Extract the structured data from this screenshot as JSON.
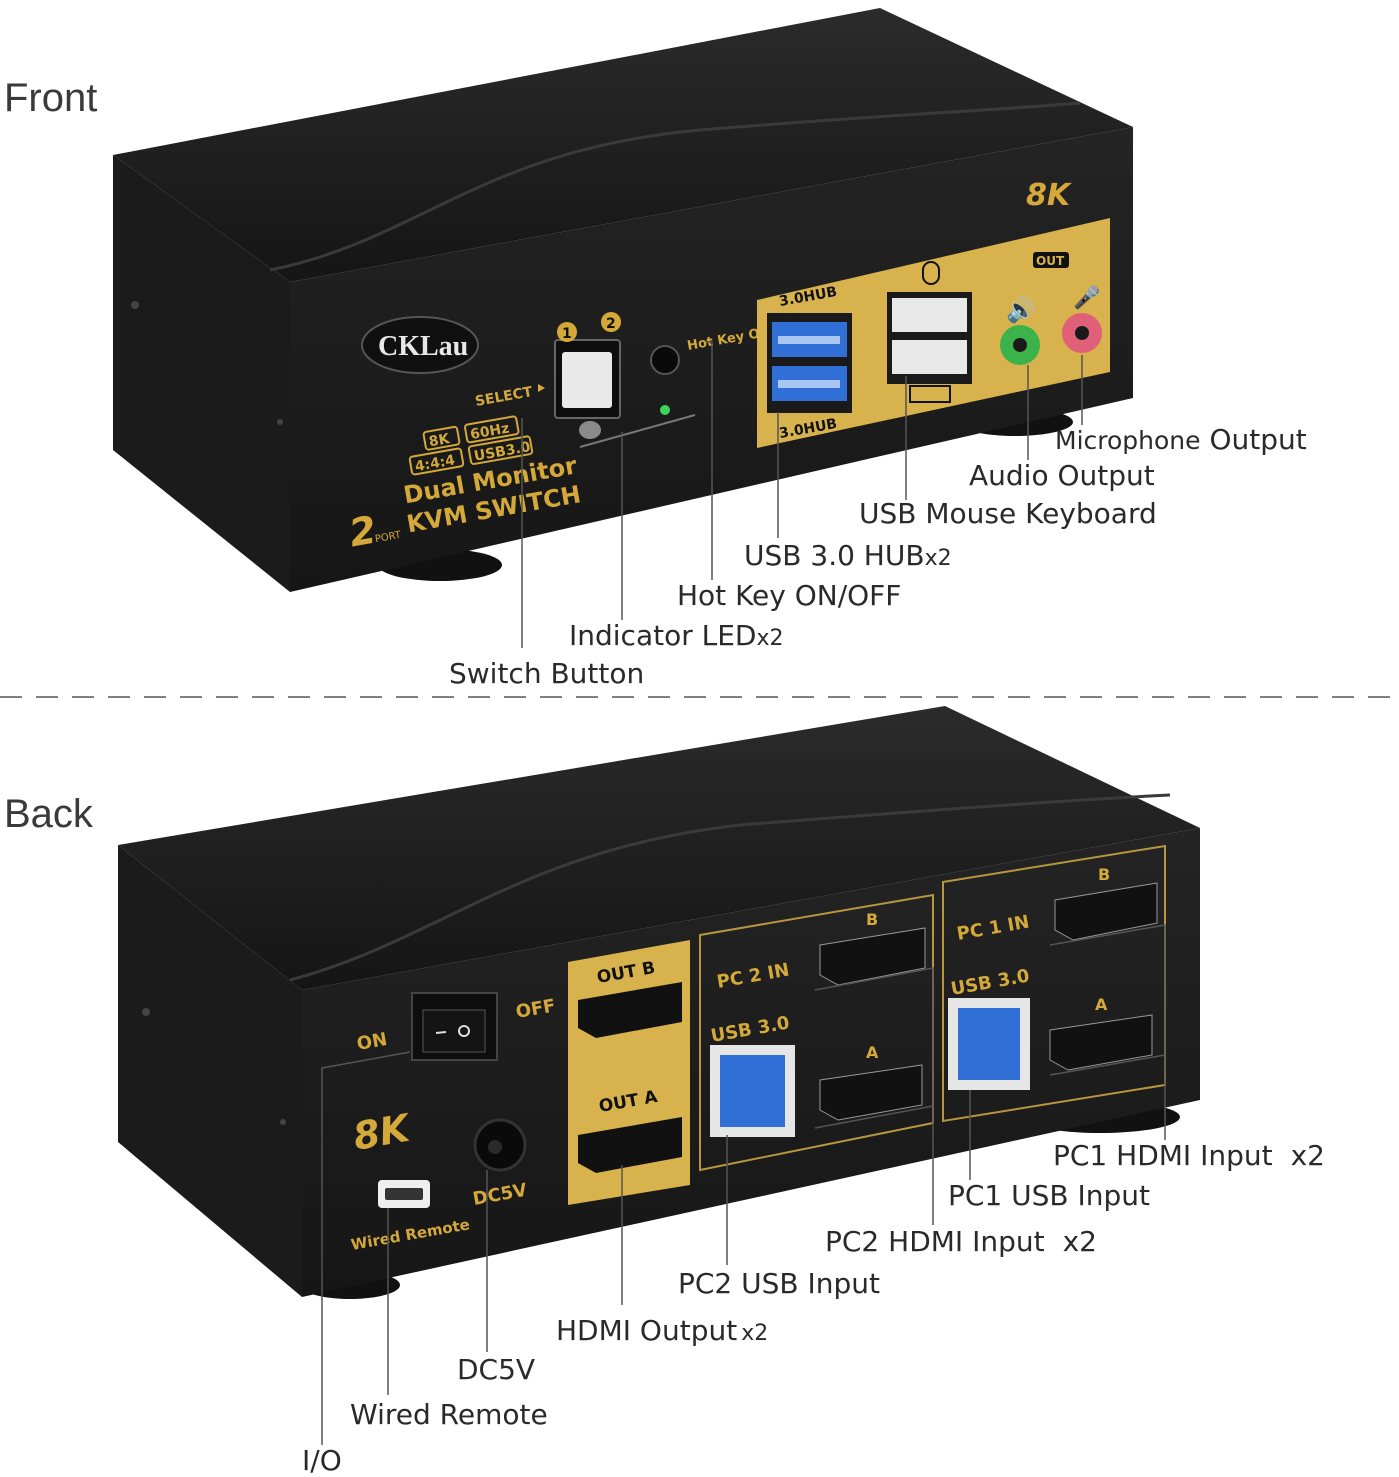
{
  "sections": {
    "front_title": "Front",
    "back_title": "Back"
  },
  "device_front": {
    "logo": "CKLau",
    "brand_8k": "8K",
    "port_labels": {
      "select_1": "1",
      "select_2": "2",
      "select": "SELECT",
      "hotkey": "Hot Key ON/OFF",
      "hub_top": "3.0HUB",
      "hub_bottom": "3.0HUB",
      "out": "OUT"
    },
    "specs": {
      "line1a": "8K",
      "line1b": "60Hz",
      "line2a": "4:4:4",
      "line2b": "USB3.0",
      "line3": "Dual Monitor",
      "line4": "KVM SWITCH",
      "port_count": "2",
      "port_word": "PORT"
    }
  },
  "device_back": {
    "brand_8k": "8K",
    "labels": {
      "on": "ON",
      "off": "OFF",
      "out_b": "OUT B",
      "out_a": "OUT A",
      "pc2_in": "PC 2 IN",
      "pc1_in": "PC 1 IN",
      "usb30_left": "USB 3.0",
      "usb30_right": "USB 3.0",
      "b_left": "B",
      "a_left": "A",
      "b_right": "B",
      "a_right": "A",
      "dc5v": "DC5V",
      "wired_remote": "Wired Remote"
    }
  },
  "front_callouts": {
    "microphone_a": "Microphone",
    "microphone_b": "Output",
    "audio_output": "Audio Output",
    "usb_mouse_keyboard": "USB Mouse Keyboard",
    "usb_hub": "USB 3.0 HUB",
    "usb_hub_x": "x2",
    "hot_key": "Hot Key ON/OFF",
    "indicator_led": "Indicator LED",
    "indicator_led_x": "x2",
    "switch_button": "Switch Button"
  },
  "back_callouts": {
    "pc1_hdmi": "PC1 HDMI Input",
    "pc1_hdmi_x": "x2",
    "pc1_usb": "PC1 USB Input",
    "pc2_hdmi": "PC2 HDMI Input",
    "pc2_hdmi_x": "x2",
    "pc2_usb": "PC2 USB Input",
    "hdmi_output": "HDMI Output",
    "hdmi_output_x": "x2",
    "dc5v": "DC5V",
    "wired_remote": "Wired Remote",
    "io": "I/O"
  },
  "colors": {
    "panel_gold": "#d8b24c",
    "body_black": "#1c1c1c",
    "usb_blue": "#2f6fd6",
    "audio_green": "#3cb34a",
    "mic_pink": "#e0607a",
    "gold_text": "#d4a93a"
  }
}
